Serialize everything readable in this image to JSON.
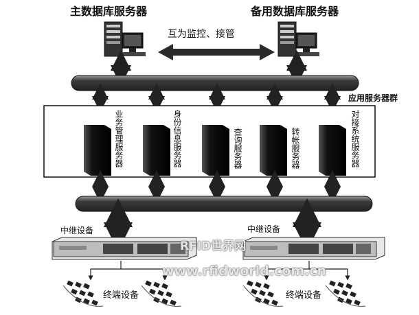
{
  "top": {
    "main_db": "主数据库服务器",
    "backup_db": "备用数据库服务器",
    "mutual": "互为监控、接管"
  },
  "app_group": "应用服务器群",
  "servers": [
    {
      "label": "业务管理服务器"
    },
    {
      "label": "身份信息服务器"
    },
    {
      "label": "查询服务器"
    },
    {
      "label": "转帐服务器"
    },
    {
      "label": "对接系统服务器"
    }
  ],
  "relay": {
    "left": "中继设备",
    "right": "中继设备"
  },
  "terminal": {
    "left": "终端设备",
    "right": "终端设备"
  },
  "watermark": {
    "line1": "RFID世界网",
    "line2": "www.rfidworld.com.cn"
  },
  "colors": {
    "bus": "#3a3a3a",
    "ink": "#111111",
    "box": "#ffffff"
  }
}
